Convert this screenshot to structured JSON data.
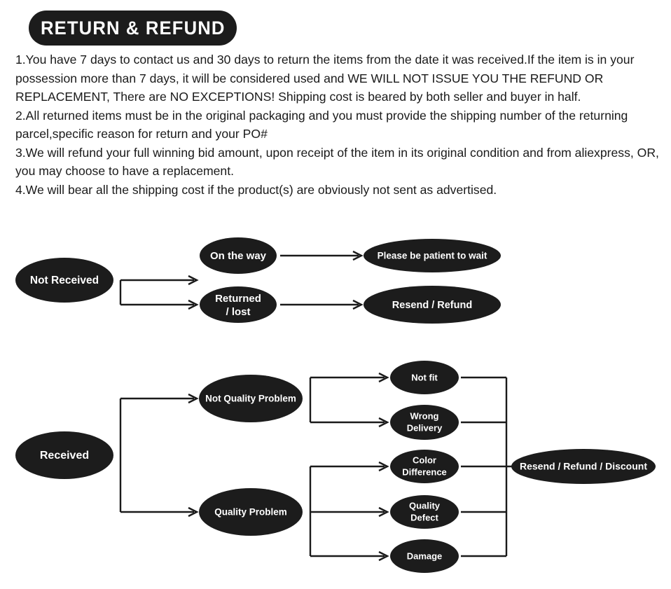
{
  "header": {
    "badge_label": "RETURN & REFUND"
  },
  "policy": {
    "items": [
      "1.You have 7 days to contact us and 30 days to return the items from the date it was received.If the item is in your possession more than 7 days, it will be considered used and WE WILL NOT ISSUE YOU THE REFUND OR REPLACEMENT, There are NO EXCEPTIONS! Shipping cost is beared by both seller and buyer in half.",
      "2.All returned items must be in the original packaging and you must provide the shipping number of the returning parcel,specific reason for return and your PO#",
      "3.We will refund your full winning bid amount, upon receipt of the item in its original condition and from aliexpress, OR, you may choose to have a replacement.",
      "4.We will bear all the shipping cost if the product(s) are obviously not sent as advertised."
    ]
  },
  "colors": {
    "node_fill": "#1c1c1c",
    "node_text": "#ffffff",
    "connector": "#1a1a1a",
    "background": "#ffffff"
  },
  "flowchart_not_received": {
    "title": "Not Received branch",
    "nodes": {
      "root": "Not Received",
      "branch_top": "On the way",
      "branch_bottom_line1": "Returned",
      "branch_bottom_line2": "/   lost",
      "outcome_top": "Please be patient to wait",
      "outcome_bottom": "Resend / Refund"
    }
  },
  "flowchart_received": {
    "title": "Received branch",
    "nodes": {
      "root": "Received",
      "branch_top": "Not Quality Problem",
      "branch_bottom": "Quality Problem",
      "reason_1": "Not fit",
      "reason_2_line1": "Wrong",
      "reason_2_line2": "Delivery",
      "reason_3_line1": "Color",
      "reason_3_line2": "Difference",
      "reason_4_line1": "Quality",
      "reason_4_line2": "Defect",
      "reason_5": "Damage",
      "outcome": "Resend / Refund / Discount"
    }
  }
}
